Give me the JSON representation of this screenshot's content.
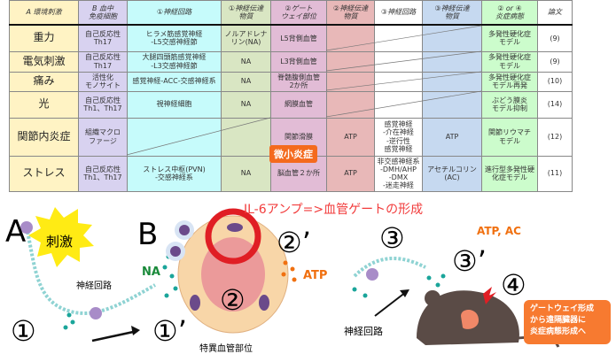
{
  "table": {
    "headers": [
      "A 環境刺激",
      "B 血中\n免疫細胞",
      "①神経回路",
      "①神経伝達\n物質",
      "②ゲート\nウェイ部位",
      "②神経伝達\n物質",
      "③神経回路",
      "③神経伝達\n物質",
      "② or ④\n炎症病態",
      "論文"
    ],
    "rows": [
      [
        "重力",
        "自己反応性\nTh17",
        "ヒラメ筋感覚神経\n-L5交感神経節",
        "ノルアドレナ\nリン(NA)",
        "L5背側血管",
        "",
        "",
        "",
        "多発性硬化症\nモデル",
        "(9)"
      ],
      [
        "電気刺激",
        "自己反応性\nTh17",
        "大腿四頭筋感覚神経\n-L3交感神経節",
        "NA",
        "L3背側血管",
        "",
        "",
        "",
        "多発性硬化症\nモデル",
        "(9)"
      ],
      [
        "痛み",
        "活性化\nモノサイト",
        "感覚神経-ACC-交感神経系",
        "NA",
        "脊髄腹側血管\n2か所",
        "",
        "",
        "",
        "多発性硬化症\nモデル再発",
        "(10)"
      ],
      [
        "光",
        "自己反応性\nTh1、Th17",
        "視神経細胞",
        "NA",
        "網膜血管",
        "",
        "",
        "",
        "ぶどう膜炎\nモデル抑制",
        "(14)"
      ],
      [
        "関節内炎症",
        "組織マクロ\nファージ",
        "",
        "",
        "関節滑膜",
        "ATP",
        "感覚神経\n-介在神経\n-逆行性\n感覚神経",
        "ATP",
        "関節リウマチ\nモデル",
        "(12)"
      ],
      [
        "ストレス",
        "自己反応性\nTh1、Th17",
        "ストレス中枢(PVN)\n-交感神経系",
        "NA",
        "脳血管２か所",
        "ATP",
        "非交感神経系\n-DMH/AHP\n-DMX\n-迷走神経",
        "アセチルコリン\n(AC)",
        "進行型多発性硬\n化症モデル",
        "(11)"
      ]
    ],
    "badge": "微小炎症"
  },
  "illustration": {
    "label_a": "A",
    "label_b": "B",
    "stimulus": "刺激",
    "il6_title": "IL-6アンプ=>血管ゲートの形成",
    "neural_circuit_1": "神経回路",
    "neural_circuit_2": "神経回路",
    "na": "NA",
    "atp": "ATP",
    "atp_ac": "ATP, AC",
    "special_vessel": "特異血管部位",
    "n1": "①",
    "n1p": "①’",
    "n2": "②",
    "n2p": "②’",
    "n3": "③",
    "n3p": "③’",
    "n4": "④",
    "callout": [
      "ゲートウェイ形成",
      "から遠隔臓器に",
      "炎症病態形成へ"
    ]
  },
  "colors": {
    "il6": "#e8202a",
    "na": "#1a8a3a",
    "atp": "#f07010",
    "callout": "#f77a30"
  }
}
